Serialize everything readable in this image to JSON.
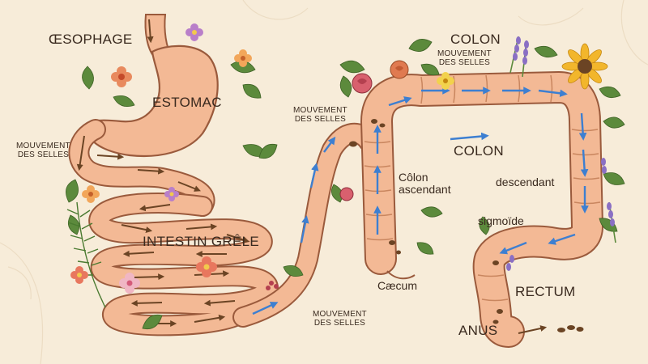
{
  "labels": {
    "oesophage": "ŒSOPHAGE",
    "estomac": "ESTOMAC",
    "mouvement_left_1": "MOUVEMENT",
    "mouvement_left_2": "DES SELLES",
    "intestin": "INTESTIN GRÊLE",
    "mouvement_mid_1": "MOUVEMENT",
    "mouvement_mid_2": "DES SELLES",
    "mouvement_bottom_1": "MOUVEMENT",
    "mouvement_bottom_2": "DES SELLES",
    "colon_top": "COLON",
    "mouvement_top_1": "MOUVEMENT",
    "mouvement_top_2": "DES SELLES",
    "colon_mid": "COLON",
    "colon_ascendant_1": "Côlon",
    "colon_ascendant_2": "ascendant",
    "descendant": "descendant",
    "sigmoide": "sigmoïde",
    "caecum": "Cæcum",
    "rectum": "RECTUM",
    "anus": "ANUS"
  },
  "colors": {
    "background": "#f7ecd9",
    "organ_fill": "#f3b995",
    "organ_stroke": "#9a5a3c",
    "stool": "#6b4424",
    "flow_arrow": "#3d7fd1",
    "leaf": "#5c8a3c",
    "ink": "#3a2a1f"
  },
  "icons": [
    "flower-icon",
    "leaf-icon",
    "lavender-icon",
    "sunflower-icon",
    "rose-icon",
    "flow-arrow-icon",
    "stool-icon"
  ]
}
